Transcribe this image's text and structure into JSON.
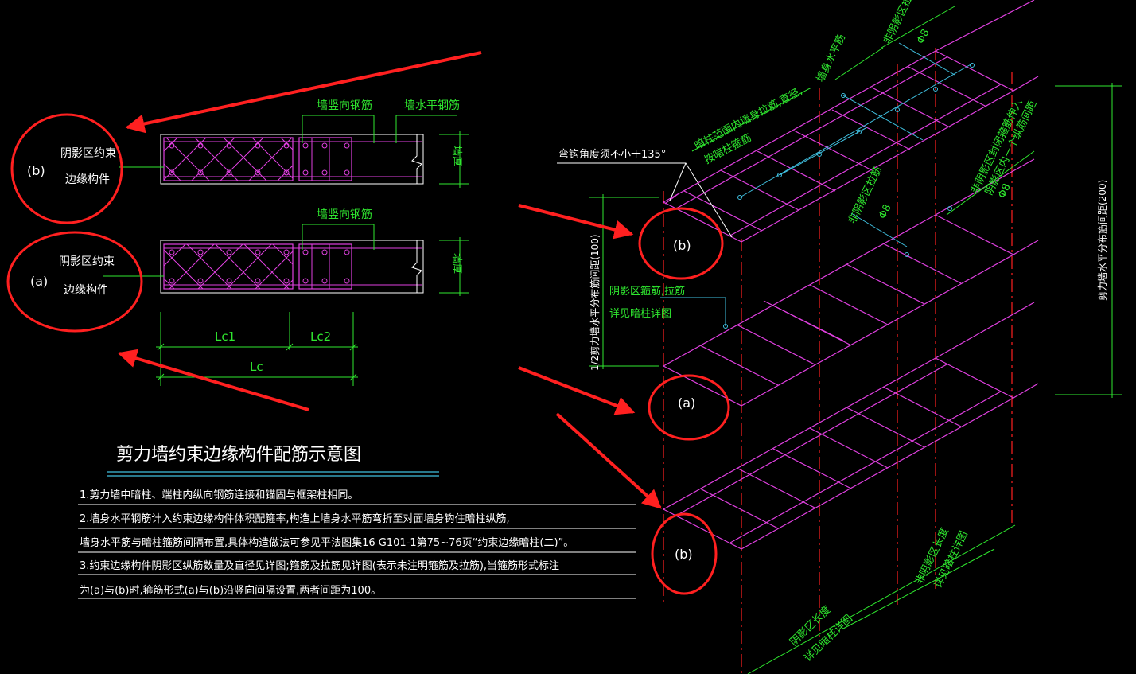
{
  "title": "剪力墙约束边缘构件配筋示意图",
  "plan_view": {
    "b": {
      "tag": "(b)",
      "line1": "阴影区约束",
      "line2": "边缘构件",
      "wall_vertical_label": "墙竖向钢筋",
      "wall_horizontal_label": "墙水平钢筋",
      "thickness_label": "墙厚"
    },
    "a": {
      "tag": "(a)",
      "line1": "阴影区约束",
      "line2": "边缘构件",
      "wall_vertical_label": "墙竖向钢筋",
      "thickness_label": "墙厚"
    },
    "dims": {
      "lc1": "Lc1",
      "lc2": "Lc2",
      "lc": "Lc"
    }
  },
  "notes": [
    "1.剪力墙中暗柱、端柱内纵向钢筋连接和锚固与框架柱相同。",
    "2.墙身水平钢筋计入约束边缘构件体积配箍率,构造上墙身水平筋弯折至对面墙身钩住暗柱纵筋,",
    "墙身水平筋与暗柱箍筋间隔布置,具体构造做法可参见平法图集16 G101-1第75~76页“约束边缘暗柱(二)”。",
    "3.约束边缘构件阴影区纵筋数量及直径见详图;箍筋及拉筋见详图(表示未注明箍筋及拉筋),当箍筋形式标注",
    "为(a)与(b)时,箍筋形式(a)与(b)沿竖向间隔设置,两者间距为100。"
  ],
  "iso_view": {
    "tags": {
      "top": "(b)",
      "middle": "(a)",
      "bottom": "(b)"
    },
    "bend_angle": "弯钩角度须不小于135°",
    "wall_horizontal": "墙身水平筋",
    "non_shadow_tie": "非阴影区拉筋",
    "non_shadow_tie_size": "Φ8",
    "hidden_column_tie": "暗柱范围内墙身拉筋,直径,",
    "hidden_column_tie_2": "按暗柱箍筋",
    "non_shadow_tie2": "非阴影区拉筋",
    "non_shadow_tie2_size": "Φ8",
    "non_shadow_hoop": "非阴影区封闭箍筋伸入",
    "non_shadow_hoop_2": "阴影区内一个纵筋间距",
    "non_shadow_hoop_size": "Φ8",
    "shadow_stirrup": "阴影区箍筋,拉筋",
    "shadow_stirrup_2": "详见暗柱详图",
    "half_spacing": "1/2剪力墙水平分布筋间距(100)",
    "full_spacing": "剪力墙水平分布筋间距(200)",
    "shadow_length": "阴影区长度",
    "shadow_length_2": "详见暗柱详图",
    "non_shadow_length": "非阴影区长度",
    "non_shadow_length_2": "详见暗柱详图"
  },
  "colors": {
    "background": "#000000",
    "annotation_red": "#ff2020",
    "rebar_magenta": "#e040e0",
    "dim_green": "#2fe82f",
    "leader_cyan": "#40c0e0",
    "text_white": "#ffffff"
  }
}
